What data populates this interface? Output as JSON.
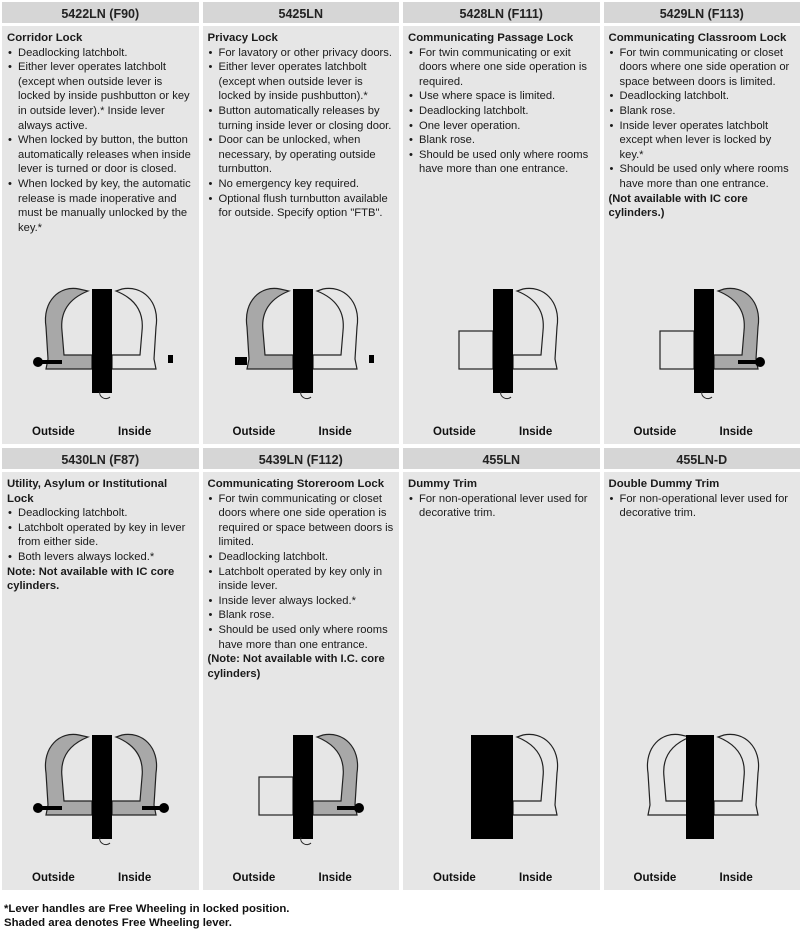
{
  "cells": [
    {
      "code": "5422LN (F90)",
      "title": "Corridor Lock",
      "bullets": [
        "Deadlocking latchbolt.",
        "Either lever operates latchbolt (except when outside lever is locked by inside pushbutton or key in outside lever).* Inside lever always active.",
        "When locked by button, the button automatically releases when inside lever is turned or door is closed.",
        "When locked by key, the automatic release is made inoperative and must be manually unlocked by the key.*"
      ],
      "note": "",
      "outside_label": "Outside",
      "inside_label": "Inside"
    },
    {
      "code": "5425LN",
      "title": "Privacy Lock",
      "bullets": [
        "For lavatory or other privacy doors.",
        "Either lever operates latchbolt (except when outside lever is locked by inside pushbutton).*",
        "Button automatically releases by turning inside lever or closing door.",
        "Door can be unlocked, when necessary, by operating outside turnbutton.",
        "No emergency key required.",
        "Optional flush turnbutton available for outside. Specify option \"FTB\"."
      ],
      "note": "",
      "outside_label": "Outside",
      "inside_label": "Inside"
    },
    {
      "code": "5428LN (F111)",
      "title": "Communicating Passage Lock",
      "bullets": [
        "For twin communicating or exit doors where one side operation is required.",
        "Use where space is limited.",
        "Deadlocking latchbolt.",
        "One lever operation.",
        "Blank rose.",
        "Should be used only where rooms have more than one entrance."
      ],
      "note": "",
      "outside_label": "Outside",
      "inside_label": "Inside"
    },
    {
      "code": "5429LN (F113)",
      "title": "Communicating Classroom Lock",
      "bullets": [
        "For twin communicating or closet doors where one side operation or space between doors is limited.",
        "Deadlocking latchbolt.",
        "Blank rose.",
        "Inside lever operates latchbolt except when lever is locked by key.*",
        "Should be used only where rooms have more than one entrance."
      ],
      "note": "(Not available with IC core cylinders.)",
      "outside_label": "Outside",
      "inside_label": "Inside"
    },
    {
      "code": "5430LN (F87)",
      "title": "Utility, Asylum or Institutional Lock",
      "bullets": [
        "Deadlocking latchbolt.",
        "Latchbolt operated by key in lever from either side.",
        "Both levers always locked.*"
      ],
      "note": "Note: Not available with IC core cylinders.",
      "outside_label": "Outside",
      "inside_label": "Inside"
    },
    {
      "code": "5439LN (F112)",
      "title": "Communicating Storeroom Lock",
      "bullets": [
        "For twin communicating or closet doors where one side operation is required or space between doors is limited.",
        "Deadlocking latchbolt.",
        "Latchbolt operated by key only in inside lever.",
        "Inside lever always locked.*",
        "Blank rose.",
        "Should be used only where rooms have more than one entrance."
      ],
      "note": "(Note: Not available with I.C. core cylinders)",
      "outside_label": "Outside",
      "inside_label": "Inside"
    },
    {
      "code": "455LN",
      "title": "Dummy Trim",
      "bullets": [
        "For non-operational lever used for decorative trim."
      ],
      "note": "",
      "outside_label": "Outside",
      "inside_label": "Inside"
    },
    {
      "code": "455LN-D",
      "title": "Double Dummy Trim",
      "bullets": [
        "For non-operational lever used for decorative trim."
      ],
      "note": "",
      "outside_label": "Outside",
      "inside_label": "Inside"
    }
  ],
  "footnotes": {
    "line1": "*Lever handles are Free Wheeling in locked position.",
    "line2": "Shaded area denotes Free Wheeling lever."
  },
  "colors": {
    "cell_bg": "#e6e6e6",
    "header_bg": "#d6d6d6",
    "free_wheeling_shade": "#a8a8a8",
    "door": "#000000"
  }
}
